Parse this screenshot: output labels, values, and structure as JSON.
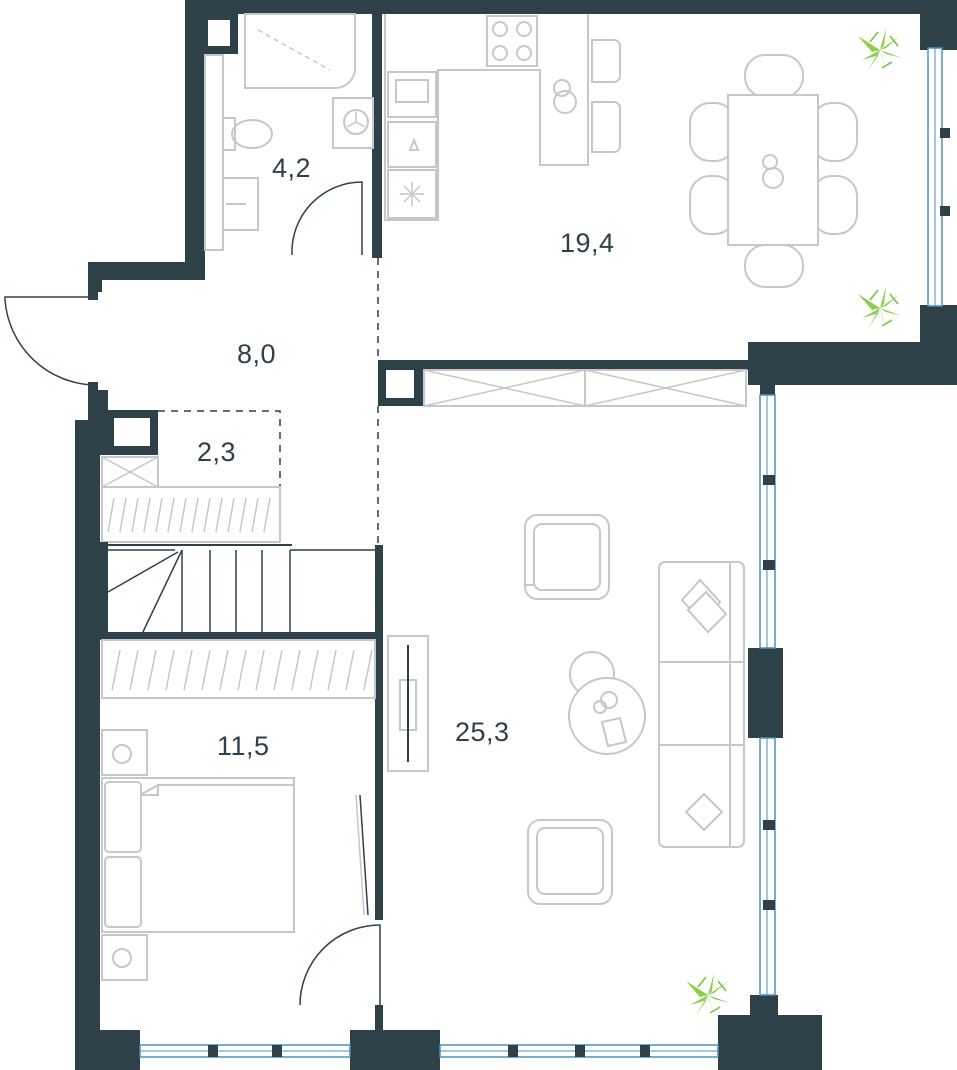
{
  "rooms": {
    "bathroom_area": "4,2",
    "kitchen_area": "19,4",
    "hall_area": "8,0",
    "storage_area": "2,3",
    "bedroom_area": "11,5",
    "living_area": "25,3"
  },
  "colors": {
    "wall": "#2e4148",
    "furniture": "#c4c8ca",
    "window_glass": "#4a8fc0",
    "plants": "#7cc242"
  },
  "icons": [
    "plant-icon",
    "hob-icon",
    "sink-icon",
    "toilet-icon",
    "shower-icon",
    "bed-icon",
    "sofa-icon",
    "armchair-icon",
    "dining-table-icon",
    "stairs-icon",
    "wardrobe-icon",
    "tv-icon"
  ]
}
